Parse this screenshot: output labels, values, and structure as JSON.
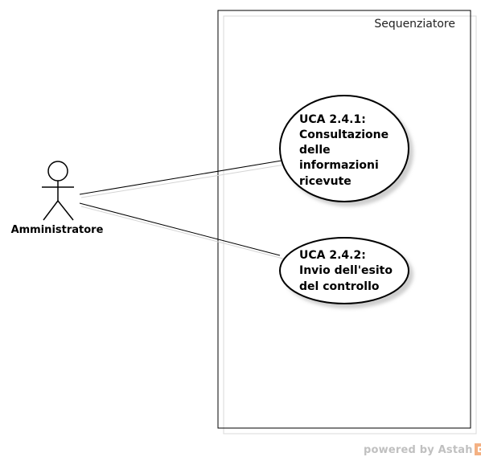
{
  "system": {
    "name": "Sequenziatore"
  },
  "actor": {
    "name": "Amministratore"
  },
  "use_cases": [
    {
      "lines": [
        "UCA 2.4.1:",
        "Consultazione",
        "delle",
        "informazioni",
        "ricevute"
      ]
    },
    {
      "lines": [
        "UCA 2.4.2:",
        "Invio dell'esito",
        "del controllo"
      ]
    }
  ],
  "footer": {
    "powered_by": "powered by Astah"
  }
}
